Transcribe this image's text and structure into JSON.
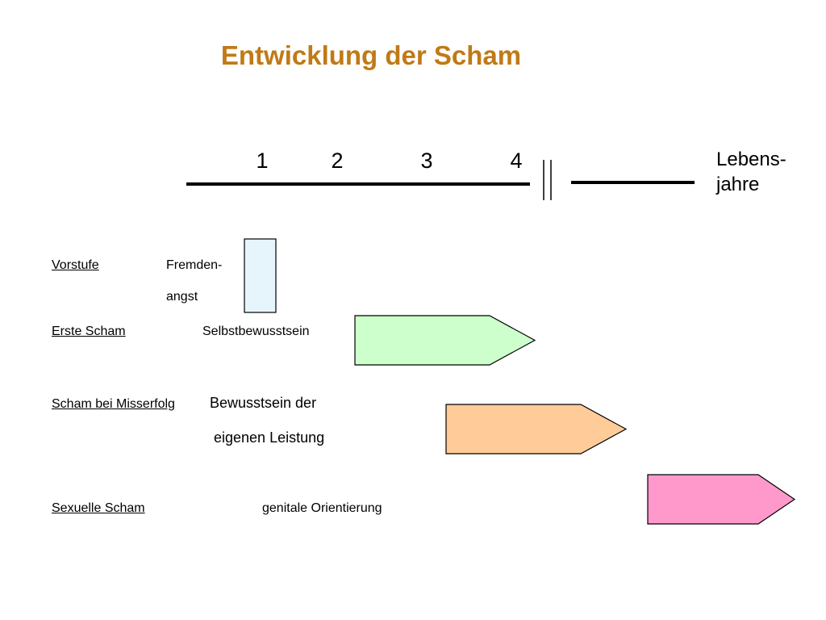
{
  "title": "Entwicklung der Scham",
  "timeline": {
    "ticks": [
      "1",
      "2",
      "3",
      "4"
    ],
    "unit_line1": "Lebens-",
    "unit_line2": "jahre"
  },
  "stages": [
    {
      "label": "Vorstufe",
      "desc_line1": "Fremden-",
      "desc_line2": "angst",
      "color": "#E6F4FC"
    },
    {
      "label": "Erste Scham",
      "desc_line1": "Selbstbewusstsein",
      "color": "#CCFFCC"
    },
    {
      "label": "Scham bei Misserfolg",
      "desc_line1": "Bewusstsein der",
      "desc_line2": "eigenen Leistung",
      "color": "#FFCC99"
    },
    {
      "label": "Sexuelle Scham",
      "desc_line1": "genitale Orientierung",
      "color": "#FF99CC"
    }
  ]
}
